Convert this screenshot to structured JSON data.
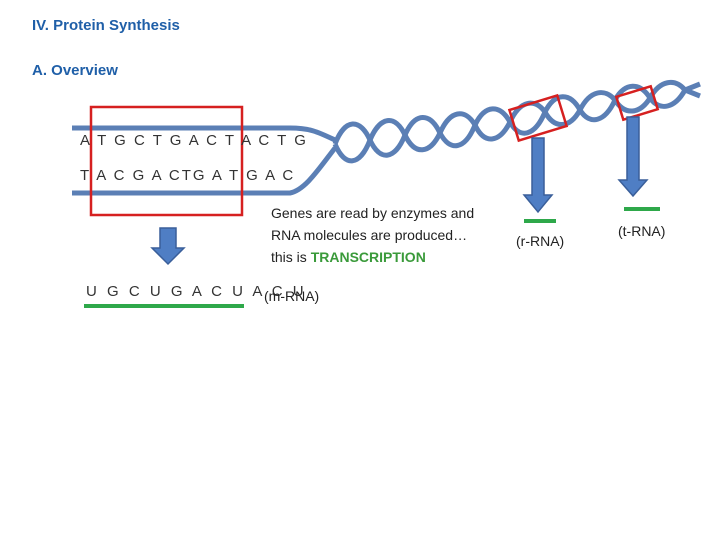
{
  "header": {
    "title": "IV. Protein Synthesis",
    "subtitle": "A. Overview"
  },
  "dna": {
    "top_strand": "A T G C T G A C T A C T G",
    "bottom_strand": "T A C G A CTG A T G A C"
  },
  "transcription": {
    "explanation_line1": "Genes are read by enzymes and",
    "explanation_line2": "RNA molecules are produced…",
    "explanation_prefix": "this is ",
    "explanation_highlight": "TRANSCRIPTION",
    "mrna_sequence": "U G C U G A C U A C U",
    "mrna_label": "(m-RNA)",
    "rrna_label": "(r-RNA)",
    "trna_label": "(t-RNA)"
  },
  "colors": {
    "heading": "#1f5fa8",
    "helix": "#5b7fb5",
    "highlight_box": "#d62020",
    "arrow": "#4f7ec4",
    "rna_line": "#2ea84a",
    "transcription_word": "#3a9a3a"
  }
}
